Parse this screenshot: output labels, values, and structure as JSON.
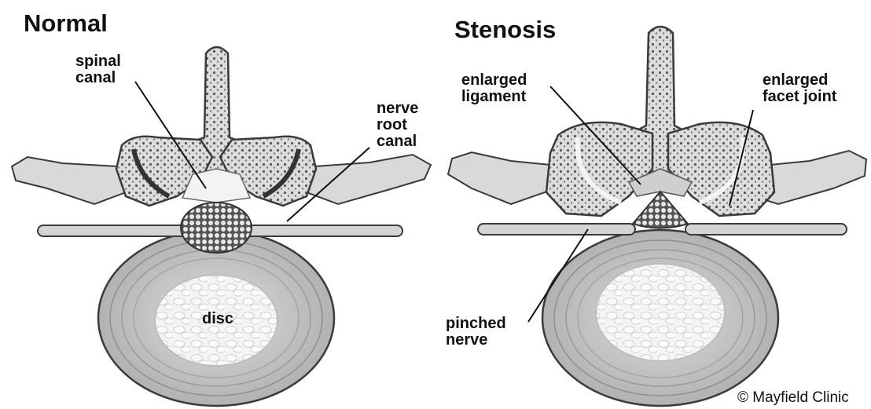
{
  "panels": {
    "normal": {
      "title": "Normal",
      "labels": {
        "spinal_canal": "spinal\ncanal",
        "nerve_root_canal": "nerve\nroot\ncanal",
        "disc": "disc"
      }
    },
    "stenosis": {
      "title": "Stenosis",
      "labels": {
        "enlarged_ligament": "enlarged\nligament",
        "enlarged_facet_joint": "enlarged\nfacet joint",
        "pinched_nerve": "pinched\nnerve"
      }
    }
  },
  "credit": "© Mayfield Clinic",
  "colors": {
    "bone_fill": "#e6e6e6",
    "bone_outline": "#3a3a3a",
    "marrow_dots": "#5a5a5a",
    "disc_ring": "#bdbdbd",
    "disc_core": "#f2f2f2",
    "nerve": "#d4d4d4"
  }
}
